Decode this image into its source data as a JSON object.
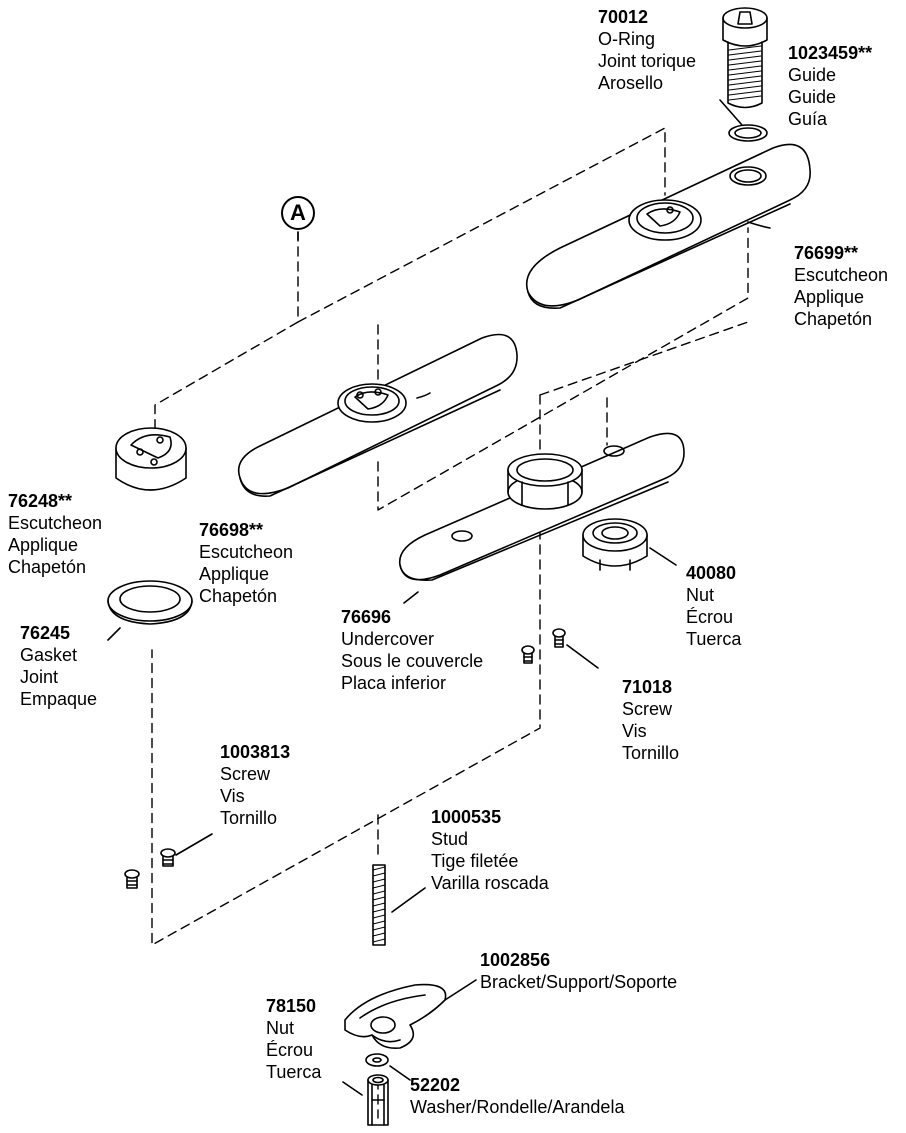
{
  "callout": {
    "letter": "A"
  },
  "parts": [
    {
      "id": "p70012",
      "number": "70012",
      "lines": [
        "O-Ring",
        "Joint torique",
        "Arosello"
      ]
    },
    {
      "id": "p1023459",
      "number": "1023459**",
      "lines": [
        "Guide",
        "Guide",
        "Guía"
      ]
    },
    {
      "id": "p76699",
      "number": "76699**",
      "lines": [
        "Escutcheon",
        "Applique",
        "Chapetón"
      ]
    },
    {
      "id": "p76248",
      "number": "76248**",
      "lines": [
        "Escutcheon",
        "Applique",
        "Chapetón"
      ]
    },
    {
      "id": "p76698",
      "number": "76698**",
      "lines": [
        "Escutcheon",
        "Applique",
        "Chapetón"
      ]
    },
    {
      "id": "p76245",
      "number": "76245",
      "lines": [
        "Gasket",
        "Joint",
        "Empaque"
      ]
    },
    {
      "id": "p40080",
      "number": "40080",
      "lines": [
        "Nut",
        "Écrou",
        "Tuerca"
      ]
    },
    {
      "id": "p76696",
      "number": "76696",
      "lines": [
        "Undercover",
        "Sous le couvercle",
        "Placa inferior"
      ]
    },
    {
      "id": "p71018",
      "number": "71018",
      "lines": [
        "Screw",
        "Vis",
        "Tornillo"
      ]
    },
    {
      "id": "p1003813",
      "number": "1003813",
      "lines": [
        "Screw",
        "Vis",
        "Tornillo"
      ]
    },
    {
      "id": "p1000535",
      "number": "1000535",
      "lines": [
        "Stud",
        "Tige filetée",
        "Varilla roscada"
      ]
    },
    {
      "id": "p1002856",
      "number": "1002856",
      "lines": [
        "Bracket/Support/Soporte"
      ]
    },
    {
      "id": "p78150",
      "number": "78150",
      "lines": [
        "Nut",
        "Écrou",
        "Tuerca"
      ]
    },
    {
      "id": "p52202",
      "number": "52202",
      "lines": [
        "Washer/Rondelle/Arandela"
      ]
    }
  ]
}
